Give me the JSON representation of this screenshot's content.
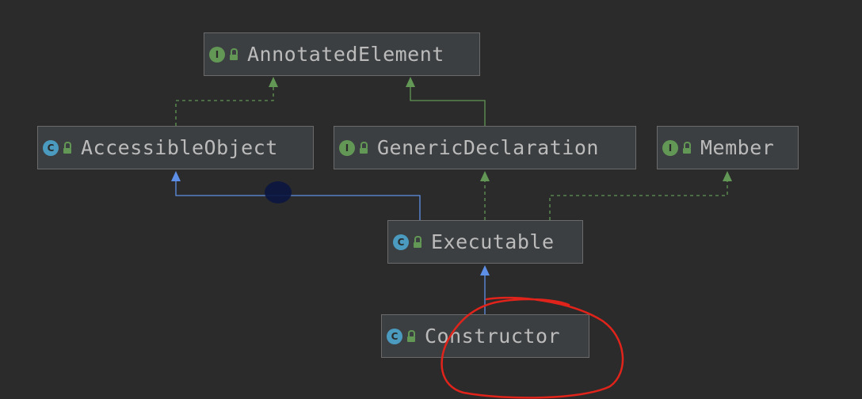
{
  "diagram": {
    "nodes": {
      "annotated_element": {
        "label": "AnnotatedElement",
        "kind": "I"
      },
      "accessible_object": {
        "label": "AccessibleObject",
        "kind": "C"
      },
      "generic_declaration": {
        "label": "GenericDeclaration",
        "kind": "I"
      },
      "member": {
        "label": "Member",
        "kind": "I"
      },
      "executable": {
        "label": "Executable",
        "kind": "C"
      },
      "constructor": {
        "label": "Constructor",
        "kind": "C"
      }
    }
  },
  "colors": {
    "background": "#2b2b2b",
    "node_fill": "#3c3f41",
    "node_border": "#6b6b6b",
    "text": "#bbbbbb",
    "interface_icon": "#629755",
    "class_icon": "#4a9bbf",
    "extends_arrow": "#5e8fe6",
    "implements_arrow": "#629755",
    "annotation": "#e0241b"
  }
}
